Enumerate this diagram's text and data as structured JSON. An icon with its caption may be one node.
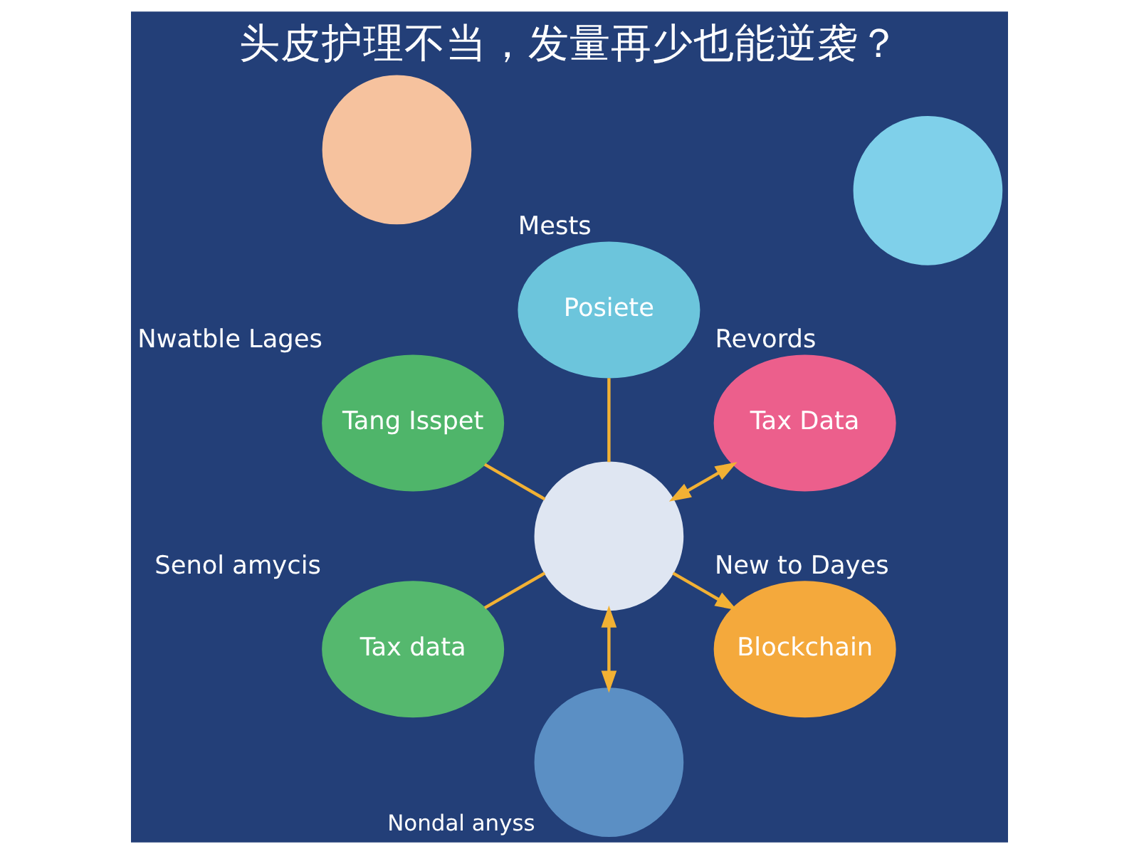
{
  "diagram": {
    "title": "头皮护理不当，发量再少也能逆袭？",
    "nodes": [
      {
        "text": [],
        "shape": "circle"
      },
      {
        "text": [
          "Tax Data"
        ],
        "beside": [
          "Revords"
        ]
      },
      {
        "text": [
          "Posiete"
        ],
        "beside": [
          "Mests"
        ]
      },
      {
        "text": [
          "Tang Isspet"
        ],
        "beside": [
          "Nwatble Lages"
        ]
      },
      {
        "text": [],
        "shape": "circle"
      },
      {
        "text": [],
        "shape": "circle"
      },
      {
        "text": [
          "Tax data"
        ],
        "beside": [
          "Senol amycis"
        ]
      },
      {
        "text": [],
        "shape": "circle",
        "beside": [
          "Nondal anyss"
        ]
      },
      {
        "text": [
          "Blockchain"
        ],
        "beside": [
          "New to Dayes"
        ]
      }
    ],
    "edges": [
      {
        "from": 0,
        "to": 1,
        "arrow": "both"
      },
      {
        "from": 0,
        "to": 2,
        "arrow": "none"
      },
      {
        "from": 0,
        "to": 3,
        "arrow": "none"
      },
      {
        "from": 0,
        "to": 6,
        "arrow": "none"
      },
      {
        "from": 0,
        "to": 7,
        "arrow": "both"
      },
      {
        "from": 0,
        "to": 8,
        "arrow": "to"
      }
    ]
  }
}
